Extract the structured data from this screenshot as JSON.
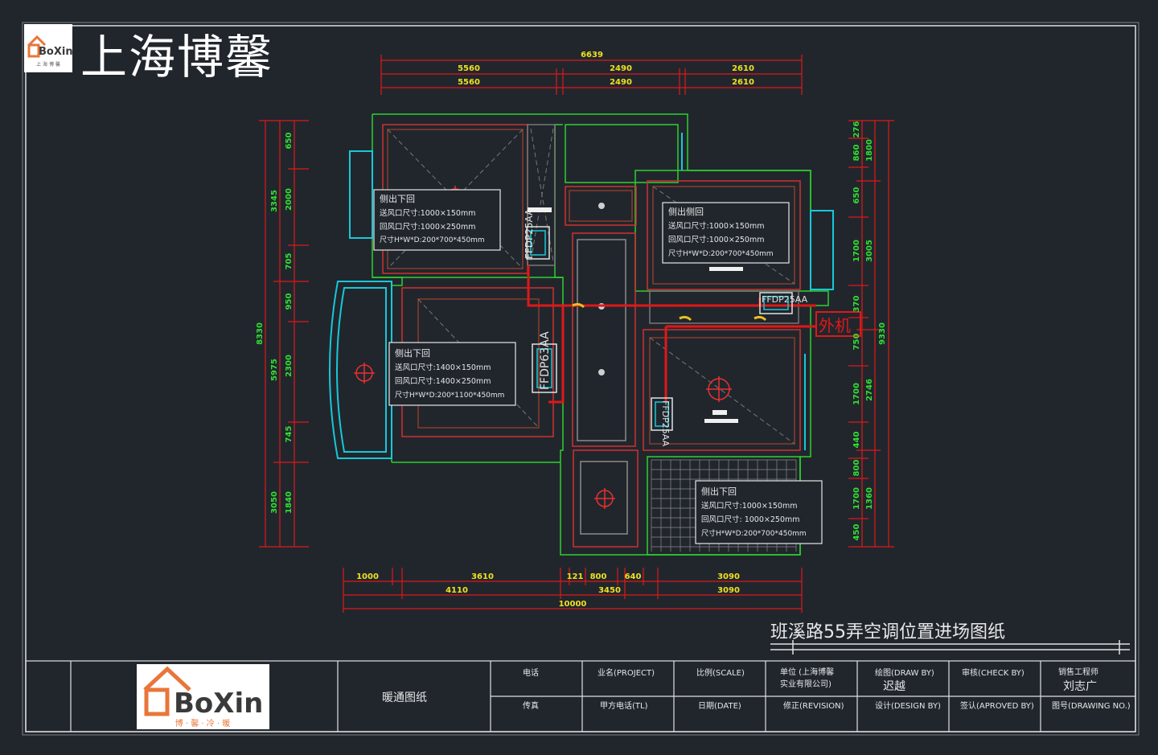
{
  "header": {
    "brand_title": "上海博馨",
    "logo_small_text": "上 海 博 馨",
    "logo_word": "BoXin"
  },
  "drawing_title": "班溪路55弄空调位置进场图纸",
  "dimensions": {
    "top_overall": "6639",
    "top_row1": [
      "5560",
      "2490",
      "2610"
    ],
    "top_row2": [
      "5560",
      "2490",
      "2610"
    ],
    "bottom_row1": [
      "1000",
      "3610",
      "121",
      "800",
      "640",
      "3090"
    ],
    "bottom_row2": [
      "4110",
      "3450",
      "3090"
    ],
    "bottom_overall": "10000",
    "left_outer": [
      "3345",
      "5975",
      "3050"
    ],
    "left_inner": [
      "650",
      "2000",
      "705",
      "950",
      "2300",
      "745",
      "1840"
    ],
    "left_total": "8330",
    "right_inner": [
      "276",
      "860",
      "650",
      "1700",
      "370",
      "750",
      "1700",
      "440",
      "800",
      "1700",
      "450"
    ],
    "right_outer": [
      "1800",
      "3005",
      "2746",
      "1360"
    ],
    "right_total": "9330"
  },
  "units": [
    {
      "label": "FFDP25AA"
    },
    {
      "label": "FFDP63AA"
    },
    {
      "label": "FFDP25AA"
    },
    {
      "label": "FFDP25AA"
    }
  ],
  "notes": [
    {
      "l1": "侧出下回",
      "l2": "送风口尺寸:1000×150mm",
      "l3": "回风口尺寸:1000×250mm",
      "l4": "尺寸H*W*D:200*700*450mm"
    },
    {
      "l1": "侧出侧回",
      "l2": "送风口尺寸:1000×150mm",
      "l3": "回风口尺寸:1000×250mm",
      "l4": "尺寸H*W*D:200*700*450mm"
    },
    {
      "l1": "侧出下回",
      "l2": "送风口尺寸:1400×150mm",
      "l3": "回风口尺寸:1400×250mm",
      "l4": "尺寸H*W*D:200*1100*450mm"
    },
    {
      "l1": "侧出下回",
      "l2": "送风口尺寸:1000×150mm",
      "l3": "回风口尺寸: 1000×250mm",
      "l4": "尺寸H*W*D:200*700*450mm"
    }
  ],
  "outdoor_unit": "外机",
  "title_block": {
    "logo_caption": "博 · 馨 · 冷 · 暖",
    "drawing_name": "暖通图纸",
    "phone": "电话",
    "fax": "传真",
    "project": "业名(PROJECT)",
    "client_phone": "甲方电话(TL)",
    "scale": "比例(SCALE)",
    "date": "日期(DATE)",
    "unit_l1": "单位 (上海博馨",
    "unit_l2": "实业有限公司)",
    "revision": "修正(REVISION)",
    "drawn_by": "绘图(DRAW BY)",
    "drawn_name": "迟越",
    "design_by": "设计(DESIGN BY)",
    "check_by": "审核(CHECK BY)",
    "approved_by": "签认(APROVED BY)",
    "engineer": "销售工程师",
    "engineer_name": "刘志广",
    "drawing_no": "图号(DRAWING NO.)"
  }
}
